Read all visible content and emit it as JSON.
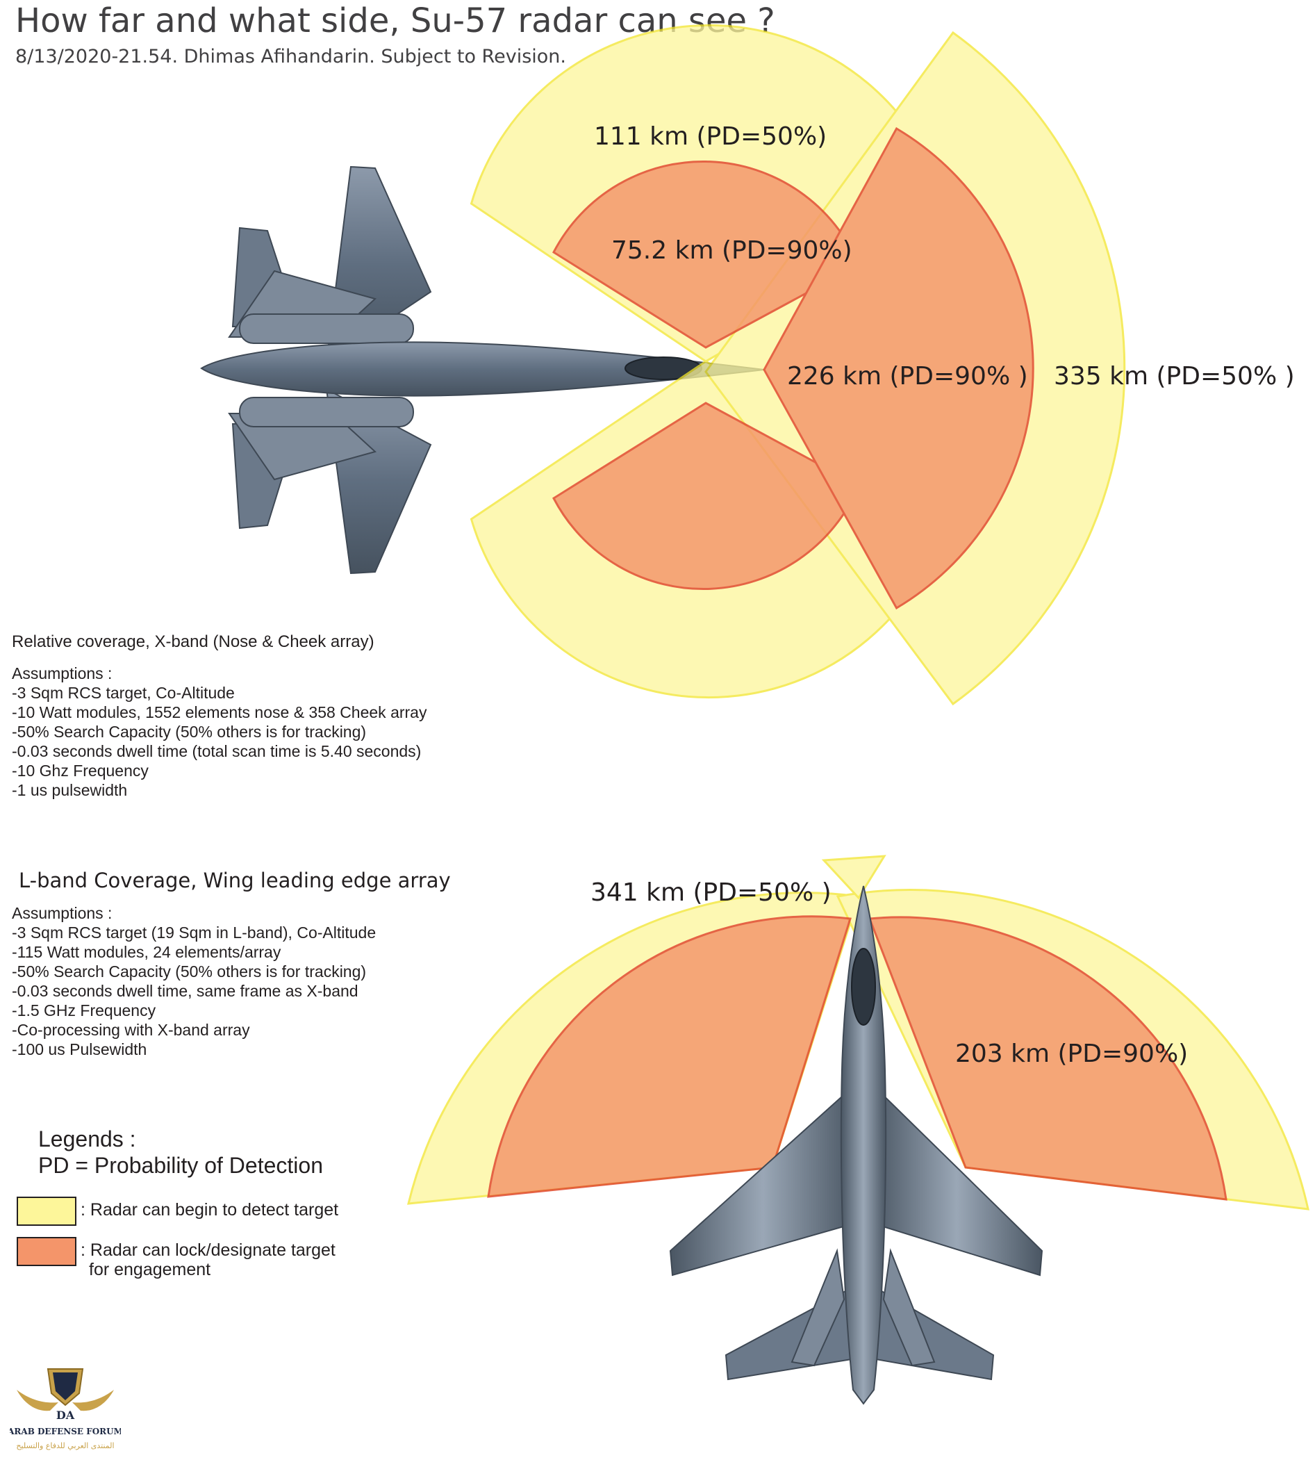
{
  "header": {
    "title": "How far and what side, Su-57 radar can see ?",
    "subtitle": "8/13/2020-21.54. Dhimas Afihandarin. Subject to Revision."
  },
  "xband": {
    "heading": "Relative coverage, X-band (Nose & Cheek array)",
    "assumptions_title": "Assumptions :",
    "assumptions": [
      "-3 Sqm RCS target, Co-Altitude",
      "-10 Watt modules, 1552 elements nose & 358 Cheek array",
      "-50% Search Capacity (50% others is for tracking)",
      "-0.03 seconds dwell time (total scan time is 5.40 seconds)",
      "-10 Ghz Frequency",
      "-1 us pulsewidth"
    ],
    "labels": {
      "cheek_detect": "111 km (PD=50%)",
      "cheek_lock": "75.2 km (PD=90%)",
      "nose_lock": "226 km (PD=90% )",
      "nose_detect": "335 km (PD=50% )"
    }
  },
  "lband": {
    "heading": "L-band Coverage, Wing leading edge array",
    "assumptions_title": "Assumptions :",
    "assumptions": [
      "-3 Sqm RCS target (19 Sqm in L-band), Co-Altitude",
      "-115 Watt modules, 24 elements/array",
      "-50% Search Capacity (50% others is for tracking)",
      "-0.03 seconds dwell time, same frame as X-band",
      "-1.5 GHz Frequency",
      "-Co-processing with X-band array",
      "-100 us Pulsewidth"
    ],
    "labels": {
      "detect": "341 km (PD=50% )",
      "lock": "203 km (PD=90%)"
    }
  },
  "legend": {
    "title": "Legends :",
    "pd_definition": "PD = Probability of Detection",
    "items": [
      {
        "text": ": Radar can begin to detect target",
        "color": "#fdf69a"
      },
      {
        "text_line1": ": Radar can lock/designate target",
        "text_line2": "for engagement",
        "color": "#f4956a"
      }
    ]
  },
  "logo": {
    "name": "ARAB DEFENSE FORUM",
    "arabic": "المنتدى العربي للدفاع والتسليح",
    "initials": "DA"
  },
  "colors": {
    "detect_fill": "#fdf69a",
    "detect_stroke": "#f2e52b",
    "lock_fill": "#f4956a",
    "lock_stroke": "#e0442e",
    "aircraft": "#6e7d8f"
  }
}
